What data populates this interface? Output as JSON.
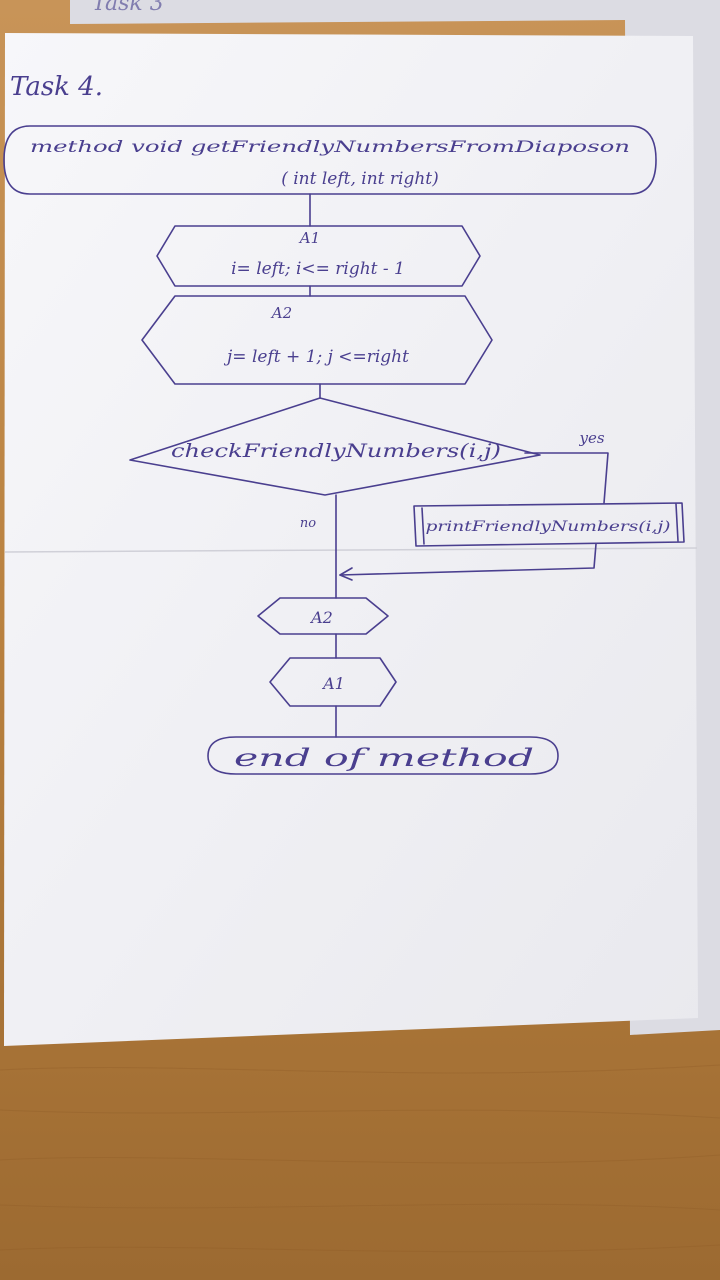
{
  "page": {
    "top_sheet_heading": "Task 3",
    "heading": "Task 4."
  },
  "flowchart": {
    "start_line1": "method void getFriendlyNumbersFromDiaposon",
    "start_line2": "( int left, int right)",
    "loop_a1": {
      "label": "A1",
      "condition": "i= left; i<= right - 1"
    },
    "loop_a2": {
      "label": "A2",
      "condition": "j= left + 1; j <=right"
    },
    "decision": "checkFriendlyNumbers(i,j)",
    "yes_label": "yes",
    "no_label": "no",
    "process": "printFriendlyNumbers(i,j)",
    "loop_end_a2": "A2",
    "loop_end_a1": "A1",
    "end": "end of method"
  },
  "colors": {
    "ink": "#4a3f8f",
    "paper": "#f4f4f7",
    "table": "#b07a3c"
  }
}
